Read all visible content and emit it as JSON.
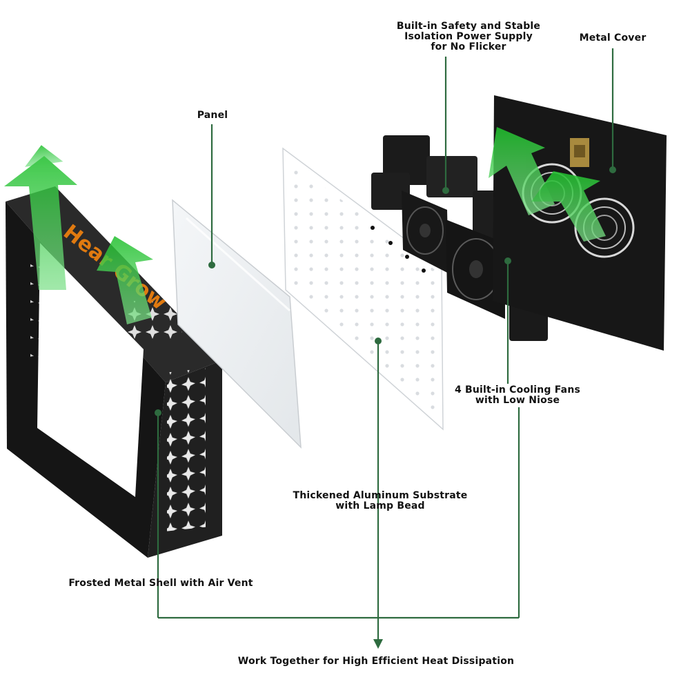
{
  "labels": {
    "power_supply": "Built-in Safety and Stable\nIsolation Power Supply\nfor No Flicker",
    "metal_cover": "Metal Cover",
    "panel": "Panel",
    "cooling_fans": "4 Built-in Cooling Fans\nwith Low Niose",
    "substrate": "Thickened Aluminum Substrate\nwith Lamp Bead",
    "shell": "Frosted Metal Shell with Air Vent",
    "summary": "Work Together for High Efficient Heat Dissipation"
  },
  "brand_text": "Hear Grow",
  "colors": {
    "leader_line": "#2e6b3f",
    "shell": "#1c1c1c",
    "arrow": "#2fbf3a",
    "brand": "#e07a10"
  }
}
